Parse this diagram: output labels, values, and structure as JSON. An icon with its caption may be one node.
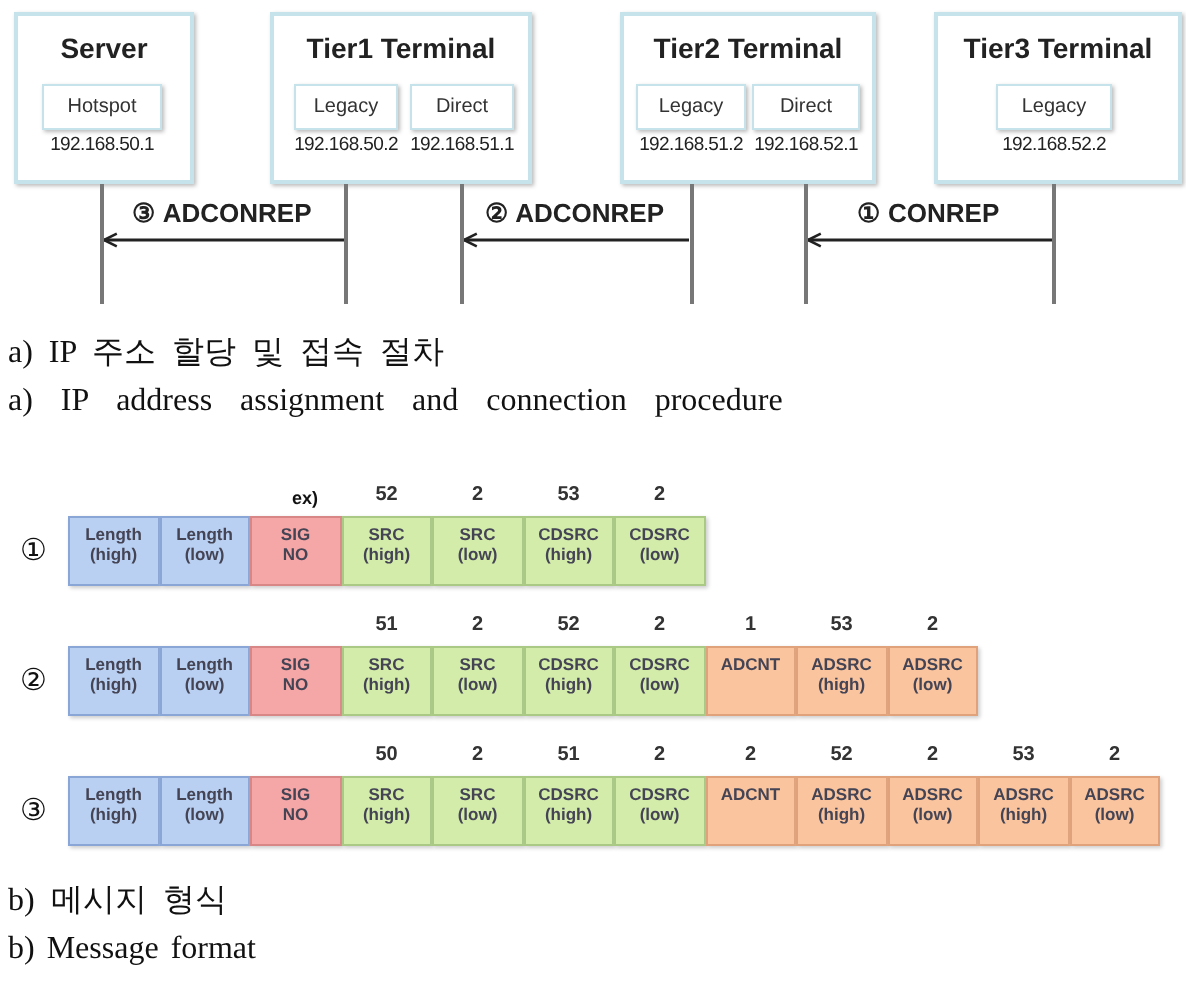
{
  "diagram": {
    "nodes": [
      {
        "text": [
          "Server"
        ]
      },
      {
        "text": [
          "Hotspot"
        ],
        "in": 0,
        "beside": [
          "192.168.50.1"
        ]
      },
      {
        "text": [
          "Tier1 Terminal"
        ]
      },
      {
        "text": [
          "Legacy"
        ],
        "in": 2,
        "beside": [
          "192.168.50.2"
        ]
      },
      {
        "text": [
          "Direct"
        ],
        "in": 2,
        "beside": [
          "192.168.51.1"
        ]
      },
      {
        "text": [
          "Tier2 Terminal"
        ]
      },
      {
        "text": [
          "Legacy"
        ],
        "in": 5,
        "beside": [
          "192.168.51.2"
        ]
      },
      {
        "text": [
          "Direct"
        ],
        "in": 5,
        "beside": [
          "192.168.52.1"
        ]
      },
      {
        "text": [
          "Tier3 Terminal"
        ]
      },
      {
        "text": [
          "Legacy"
        ],
        "in": 8,
        "beside": [
          "192.168.52.2"
        ]
      },
      {
        "text": [],
        "shape": "bar"
      },
      {
        "text": [],
        "shape": "bar"
      },
      {
        "text": [],
        "shape": "bar"
      },
      {
        "text": [],
        "shape": "bar"
      },
      {
        "text": [],
        "shape": "bar"
      },
      {
        "text": [],
        "shape": "bar"
      },
      {
        "text": [
          "Length (high)"
        ]
      },
      {
        "text": [
          "Length (low)"
        ]
      },
      {
        "text": [
          "SIG NO"
        ]
      },
      {
        "text": [
          "SRC (high)"
        ],
        "beside": [
          "52"
        ]
      },
      {
        "text": [
          "SRC (low)"
        ],
        "beside": [
          "2"
        ]
      },
      {
        "text": [
          "CDSRC (high)"
        ],
        "beside": [
          "53"
        ]
      },
      {
        "text": [
          "CDSRC (low)"
        ],
        "beside": [
          "2"
        ]
      },
      {
        "text": [
          "Length (high)"
        ]
      },
      {
        "text": [
          "Length (low)"
        ]
      },
      {
        "text": [
          "SIG NO"
        ]
      },
      {
        "text": [
          "SRC (high)"
        ],
        "beside": [
          "51"
        ]
      },
      {
        "text": [
          "SRC (low)"
        ],
        "beside": [
          "2"
        ]
      },
      {
        "text": [
          "CDSRC (high)"
        ],
        "beside": [
          "52"
        ]
      },
      {
        "text": [
          "CDSRC (low)"
        ],
        "beside": [
          "2"
        ]
      },
      {
        "text": [
          "ADCNT"
        ],
        "beside": [
          "1"
        ]
      },
      {
        "text": [
          "ADSRC (high)"
        ],
        "beside": [
          "53"
        ]
      },
      {
        "text": [
          "ADSRC (low)"
        ],
        "beside": [
          "2"
        ]
      },
      {
        "text": [
          "Length (high)"
        ]
      },
      {
        "text": [
          "Length (low)"
        ]
      },
      {
        "text": [
          "SIG NO"
        ]
      },
      {
        "text": [
          "SRC (high)"
        ],
        "beside": [
          "50"
        ]
      },
      {
        "text": [
          "SRC (low)"
        ],
        "beside": [
          "2"
        ]
      },
      {
        "text": [
          "CDSRC (high)"
        ],
        "beside": [
          "51"
        ]
      },
      {
        "text": [
          "CDSRC (low)"
        ],
        "beside": [
          "2"
        ]
      },
      {
        "text": [
          "ADCNT"
        ],
        "beside": [
          "2"
        ]
      },
      {
        "text": [
          "ADSRC (high)"
        ],
        "beside": [
          "52"
        ]
      },
      {
        "text": [
          "ADSRC (low)"
        ],
        "beside": [
          "2"
        ]
      },
      {
        "text": [
          "ADSRC (high)"
        ],
        "beside": [
          "53"
        ]
      },
      {
        "text": [
          "ADSRC (low)"
        ],
        "beside": [
          "2"
        ]
      }
    ],
    "edges": [
      {
        "from": 11,
        "to": 10,
        "arrow": "to",
        "label": "③ ADCONREP"
      },
      {
        "from": 13,
        "to": 12,
        "arrow": "to",
        "label": "② ADCONREP"
      },
      {
        "from": 15,
        "to": 14,
        "arrow": "to",
        "label": "① CONREP"
      }
    ],
    "labels": [
      "a) IP 주소 할당 및 접속 절차",
      "a) IP address assignment and connection procedure",
      "ex)",
      "①",
      "②",
      "③",
      "b) 메시지 형식",
      "b) Message format"
    ]
  }
}
